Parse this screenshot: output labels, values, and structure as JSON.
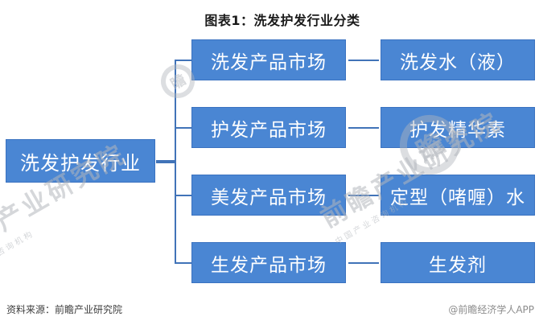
{
  "title": "图表1：洗发护发行业分类",
  "diagram": {
    "root": "洗发护发行业",
    "branches": [
      {
        "market": "洗发产品市场",
        "product": "洗发水（液）"
      },
      {
        "market": "护发产品市场",
        "product": "护发精华素"
      },
      {
        "market": "美发产品市场",
        "product": "定型（啫喱）水"
      },
      {
        "market": "生发产品市场",
        "product": "生发剂"
      }
    ]
  },
  "footer": {
    "source": "资料来源：前瞻产业研究院",
    "brand": "@前瞻经济学人APP"
  },
  "watermark": {
    "main": "前瞻产业研究院",
    "small": "中国产业咨询机构",
    "logo_glyph": "瞻"
  },
  "colors": {
    "box_fill": "#4A86D3",
    "box_border": "#3A72C0",
    "connector": "#4173B8",
    "title_text": "#1A1A1A",
    "source_text": "#3D3D3D",
    "brand_text": "#8C8C8C",
    "watermark": "#B2B6BC"
  }
}
